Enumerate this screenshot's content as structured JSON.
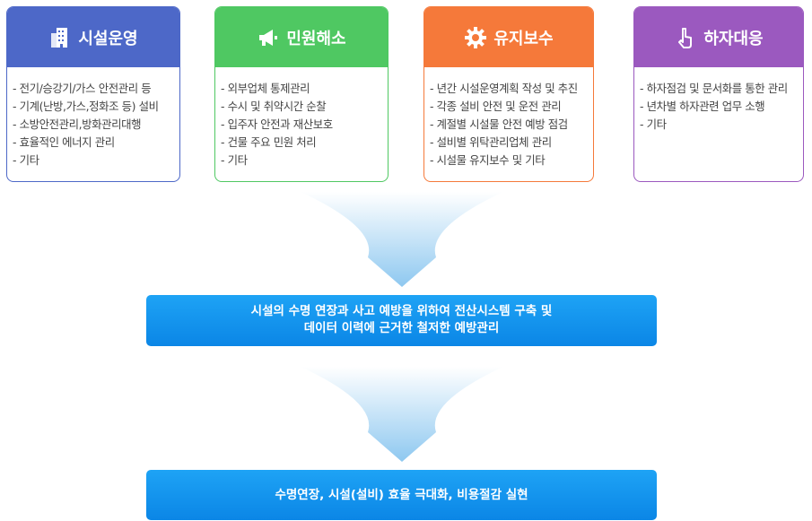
{
  "cards": [
    {
      "title": "시설운영",
      "icon": "building-icon",
      "color": "#4d68c8",
      "items": [
        "전기/승강기/가스 안전관리 등",
        "기계(난방,가스,정화조 등) 설비",
        "소방안전관리,방화관리대행",
        "효율적인 에너지 관리",
        "기타"
      ]
    },
    {
      "title": "민원해소",
      "icon": "megaphone-icon",
      "color": "#4fc862",
      "items": [
        "외부업체 통제관리",
        "수시 및 취약시간 순찰",
        "입주자 안전과 재산보호",
        "건물 주요 민원 처리",
        "기타"
      ]
    },
    {
      "title": "유지보수",
      "icon": "gear-icon",
      "color": "#f5793a",
      "items": [
        "년간 시설운영계획 작성 및 추진",
        "각종 설비 안전 및 운전 관리",
        "계절별 시설물 안전 예방 점검",
        "설비별 위탁관리업체 관리",
        "시설물 유지보수 및 기타"
      ]
    },
    {
      "title": "하자대응",
      "icon": "hand-pointer-icon",
      "color": "#9b59bf",
      "items": [
        "하자점검 및 문서화를 통한 관리",
        "년차별 하자관련 업무 소행",
        "기타"
      ]
    }
  ],
  "banner1": {
    "line1": "시설의 수명 연장과 사고 예방을 위하여 전산시스템 구축 및",
    "line2": "데이터 이력에 근거한 철저한 예방관리"
  },
  "banner2": {
    "text": "수명연장, 시설(설비) 효율 극대화, 비용절감 실현"
  }
}
